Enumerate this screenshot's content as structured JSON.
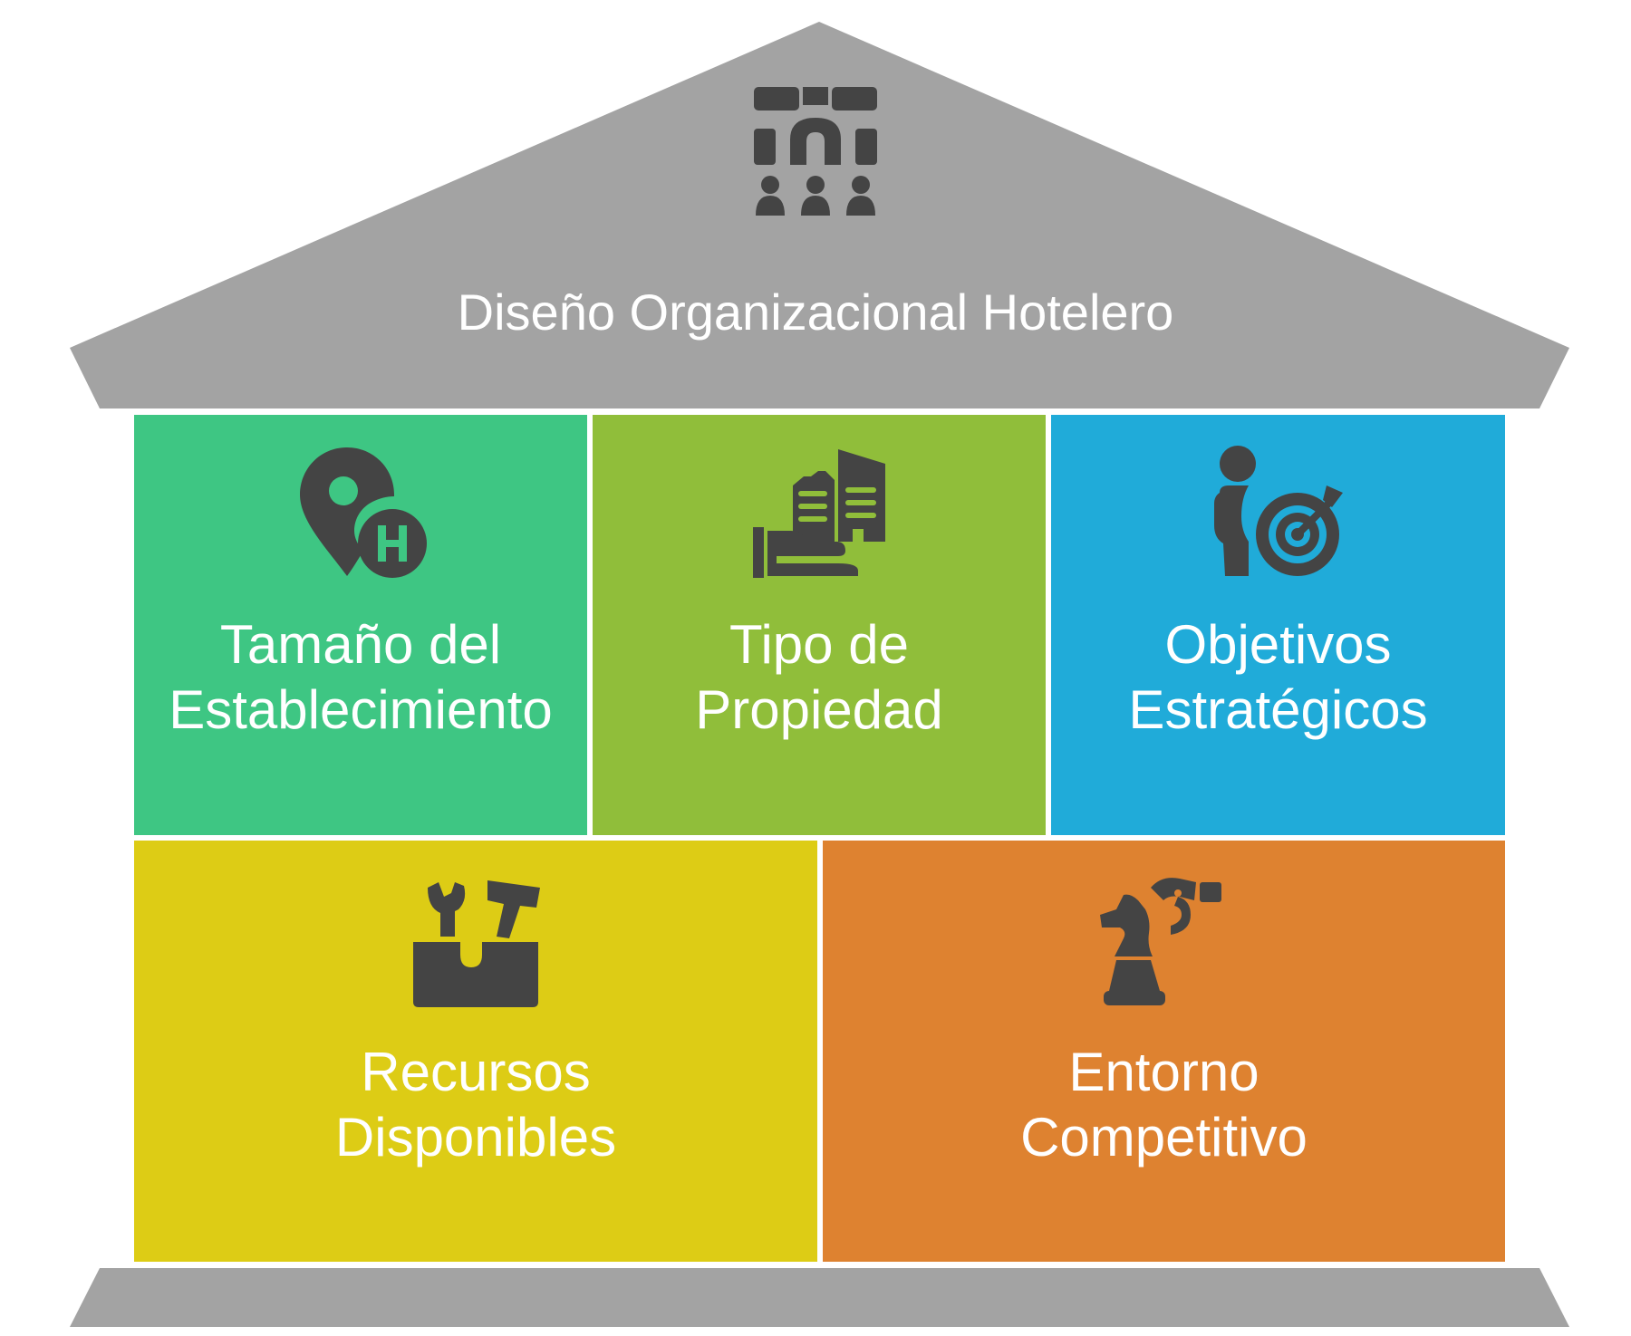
{
  "roof": {
    "title": "Diseño Organizacional Hotelero",
    "icon": "organization-structure-people-icon",
    "color": "#a3a3a3"
  },
  "blocks": [
    {
      "line1": "Tamaño del",
      "line2": "Establecimiento",
      "icon": "location-pin-hotel-icon",
      "color": "#3ec683"
    },
    {
      "line1": "Tipo de",
      "line2": "Propiedad",
      "icon": "hand-buildings-icon",
      "color": "#90be3a"
    },
    {
      "line1": "Objetivos",
      "line2": "Estratégicos",
      "icon": "person-target-icon",
      "color": "#20abd9"
    },
    {
      "line1": "Recursos",
      "line2": "Disponibles",
      "icon": "toolbox-icon",
      "color": "#ddcc15"
    },
    {
      "line1": "Entorno",
      "line2": "Competitivo",
      "icon": "chess-knight-telescope-icon",
      "color": "#de8230"
    }
  ],
  "base": {
    "color": "#a3a3a3"
  },
  "icon_color": "#444444"
}
